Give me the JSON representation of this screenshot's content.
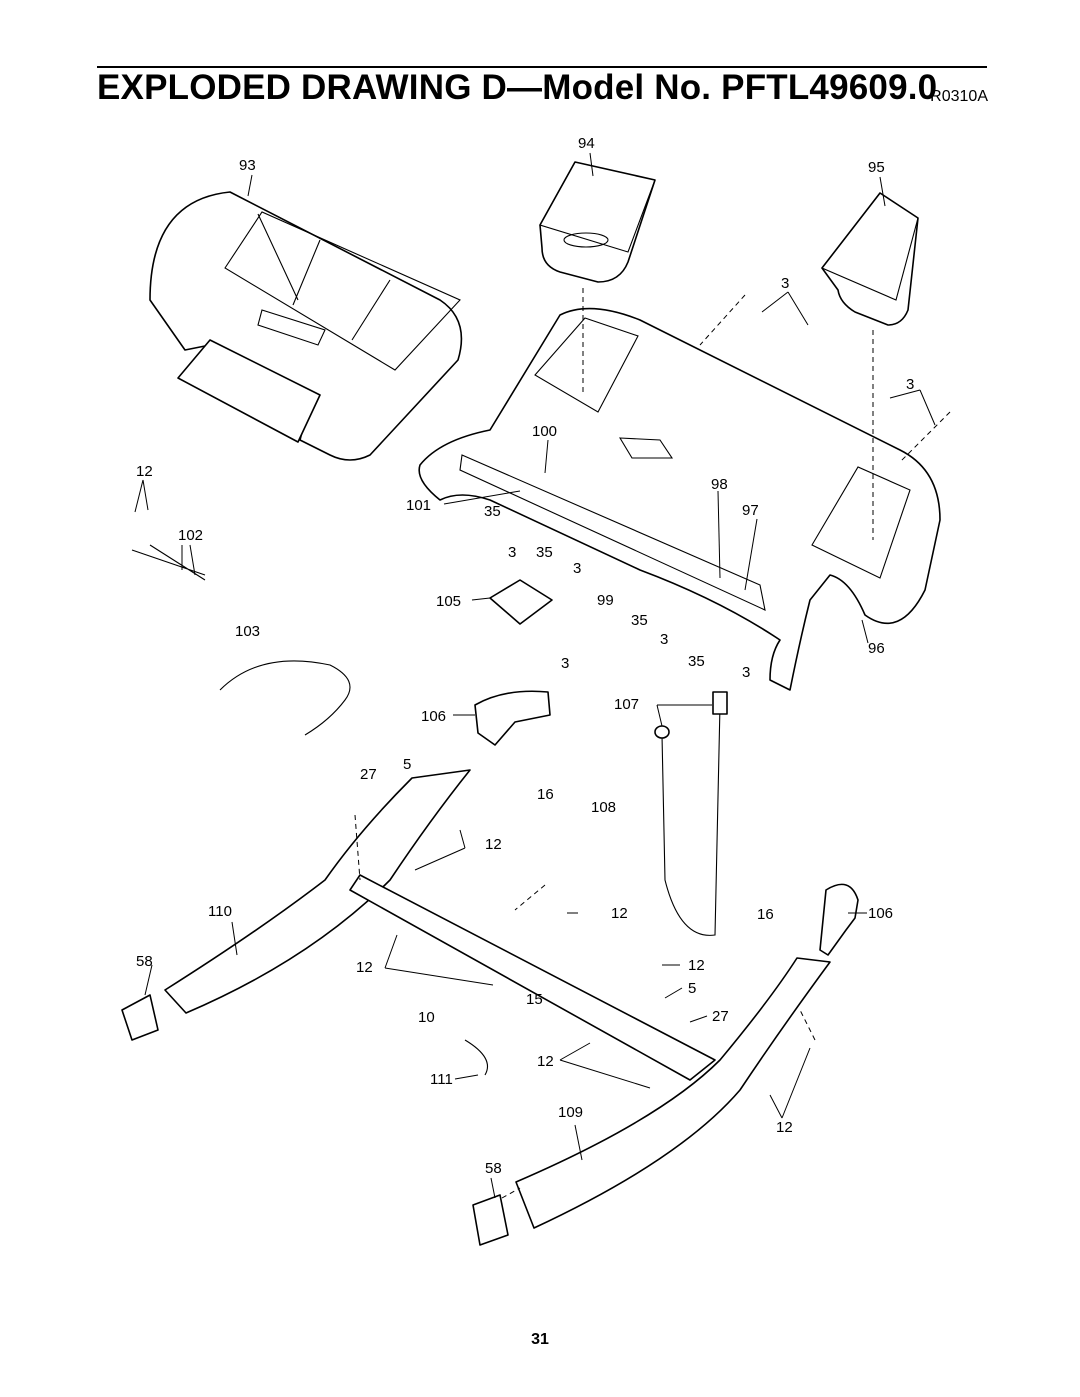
{
  "header": {
    "title": "EXPLODED DRAWING D—Model No. PFTL49609.0",
    "revision": "R0310A"
  },
  "page_number": "31",
  "callouts": {
    "c93": "93",
    "c94": "94",
    "c95": "95",
    "c3a": "3",
    "c3b": "3",
    "c12a": "12",
    "c100": "100",
    "c101": "101",
    "c98": "98",
    "c97": "97",
    "c35a": "35",
    "c102": "102",
    "c3c": "3",
    "c35b": "35",
    "c3d": "3",
    "c105": "105",
    "c99": "99",
    "c35c": "35",
    "c103": "103",
    "c3e": "3",
    "c96": "96",
    "c3f": "3",
    "c35d": "35",
    "c3g": "3",
    "c106a": "106",
    "c107": "107",
    "c27a": "27",
    "c5a": "5",
    "c16a": "16",
    "c108": "108",
    "c12b": "12",
    "c110": "110",
    "c12c": "12",
    "c16b": "16",
    "c106b": "106",
    "c58a": "58",
    "c12d": "12",
    "c12e": "12",
    "c5b": "5",
    "c15": "15",
    "c10": "10",
    "c27b": "27",
    "c12f": "12",
    "c111": "111",
    "c109": "109",
    "c12g": "12",
    "c58b": "58"
  }
}
